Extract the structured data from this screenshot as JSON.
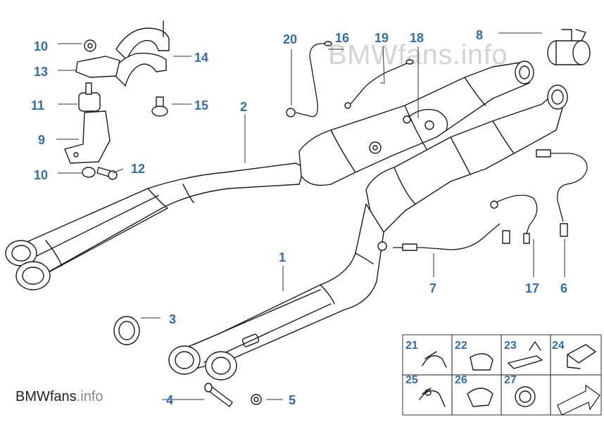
{
  "watermark": "BMWfans.info",
  "brand": {
    "strong": "BMWfans",
    "light": ".info"
  },
  "callouts": {
    "c1": "1",
    "c2": "2",
    "c3": "3",
    "c4": "4",
    "c5": "5",
    "c6": "6",
    "c7": "7",
    "c8": "8",
    "c9": "9",
    "c10a": "10",
    "c10b": "10",
    "c11": "11",
    "c12": "12",
    "c13": "13",
    "c14": "14",
    "c15": "15",
    "c16": "16",
    "c17": "17",
    "c18": "18",
    "c19": "19",
    "c20": "20"
  },
  "inset": {
    "c21": "21",
    "c22": "22",
    "c23": "23",
    "c24": "24",
    "c25": "25",
    "c26": "26",
    "c27": "27"
  },
  "colors": {
    "callout": "#2e6db4",
    "line": "#1a1a1a",
    "watermark": "#d4d4d4"
  }
}
